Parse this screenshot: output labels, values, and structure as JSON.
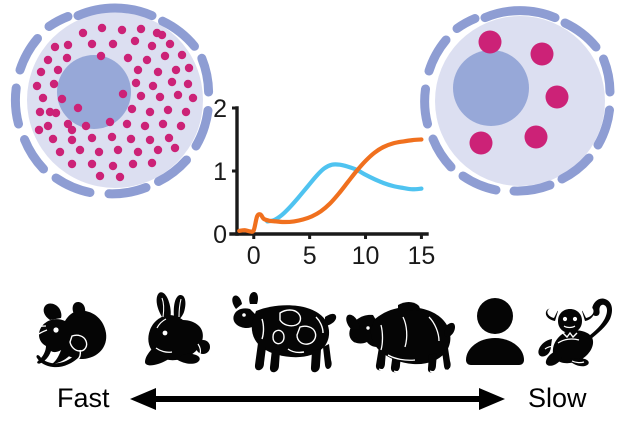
{
  "figure": {
    "left_cell": {
      "name": "high-turnover-cell",
      "nucleus_color": "#97A8D8",
      "cytoplasm_color": "#DCDFF1",
      "membrane_color": "#8E9DD3",
      "particle_color": "#CC2277",
      "particle_count": 78,
      "particle_radius": 4.2
    },
    "right_cell": {
      "name": "low-turnover-cell",
      "nucleus_color": "#97A8D8",
      "cytoplasm_color": "#DCDFF1",
      "membrane_color": "#8E9DD3",
      "particle_color": "#CC2277",
      "particle_count": 5,
      "particle_radius": 11.5
    },
    "animals": [
      {
        "label": "mouse",
        "icon": "mouse-silhouette"
      },
      {
        "label": "rabbit",
        "icon": "rabbit-silhouette"
      },
      {
        "label": "cow",
        "icon": "cow-silhouette"
      },
      {
        "label": "rhinoceros",
        "icon": "rhinoceros-silhouette"
      },
      {
        "label": "human",
        "icon": "human-silhouette"
      },
      {
        "label": "marmoset",
        "icon": "marmoset-silhouette"
      }
    ],
    "scale_axis": {
      "left_label": "Fast",
      "right_label": "Slow",
      "arrow": "double-headed-arrow"
    }
  },
  "chart_data": {
    "type": "line",
    "title": "",
    "xlabel": "",
    "ylabel": "",
    "xlim": [
      -1.5,
      15.5
    ],
    "ylim": [
      0,
      2
    ],
    "xticks": [
      0,
      5,
      10,
      15
    ],
    "yticks": [
      0,
      1,
      2
    ],
    "xtick_labels": [
      "0",
      "5",
      "10",
      "15"
    ],
    "ytick_labels": [
      "0",
      "1",
      "2"
    ],
    "grid": false,
    "legend": "none",
    "axis_color": "#1a1a1a",
    "series": [
      {
        "name": "blue-curve",
        "color": "#4FC3F0",
        "x": [
          1.2,
          1.8,
          2.5,
          3.2,
          4.0,
          4.8,
          5.6,
          6.3,
          7.0,
          7.7,
          8.4,
          9.2,
          10.0,
          10.8,
          11.6,
          12.5,
          13.4,
          14.2,
          15.0
        ],
        "y": [
          0.2,
          0.22,
          0.3,
          0.42,
          0.58,
          0.75,
          0.92,
          1.04,
          1.1,
          1.1,
          1.07,
          1.02,
          0.94,
          0.87,
          0.81,
          0.76,
          0.73,
          0.71,
          0.72
        ]
      },
      {
        "name": "orange-curve",
        "color": "#F0701E",
        "x": [
          -1.3,
          -0.8,
          -0.3,
          0.0,
          0.3,
          0.6,
          0.9,
          1.4,
          2.0,
          2.8,
          3.6,
          4.4,
          5.2,
          6.0,
          6.8,
          7.6,
          8.4,
          9.2,
          10.0,
          10.8,
          11.6,
          12.5,
          13.4,
          14.2,
          15.0
        ],
        "y": [
          0.05,
          0.06,
          0.04,
          0.06,
          0.28,
          0.31,
          0.24,
          0.21,
          0.2,
          0.19,
          0.2,
          0.23,
          0.28,
          0.36,
          0.48,
          0.64,
          0.82,
          1.0,
          1.16,
          1.29,
          1.38,
          1.44,
          1.47,
          1.49,
          1.5
        ]
      }
    ]
  }
}
